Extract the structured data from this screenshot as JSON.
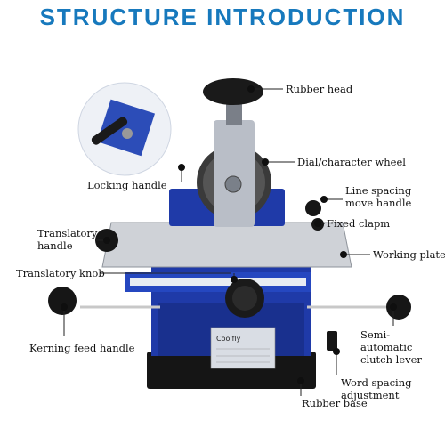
{
  "title": "STRUCTURE INTRODUCTION",
  "brand_plate_text": "Coolfly",
  "colors": {
    "title": "#1779bd",
    "machine_blue": "#1f3aa8",
    "dot": "#0f0f0f",
    "leader": "#222222"
  },
  "labels": {
    "rubber_head": "Rubber head",
    "dial_wheel": "Dial/character wheel",
    "locking_handle": "Locking handle",
    "line_spacing": "Line spacing move handle",
    "fixed_clamp": "Fixed clapm",
    "translatory_handle": "Translatory handle",
    "working_plate": "Working plate",
    "translatory_knob": "Translatory knob",
    "kerning_feed": "Kerning feed handle",
    "semi_auto": "Semi-automatic clutch lever",
    "word_spacing": "Word spacing adjustment",
    "rubber_base": "Rubber base"
  }
}
